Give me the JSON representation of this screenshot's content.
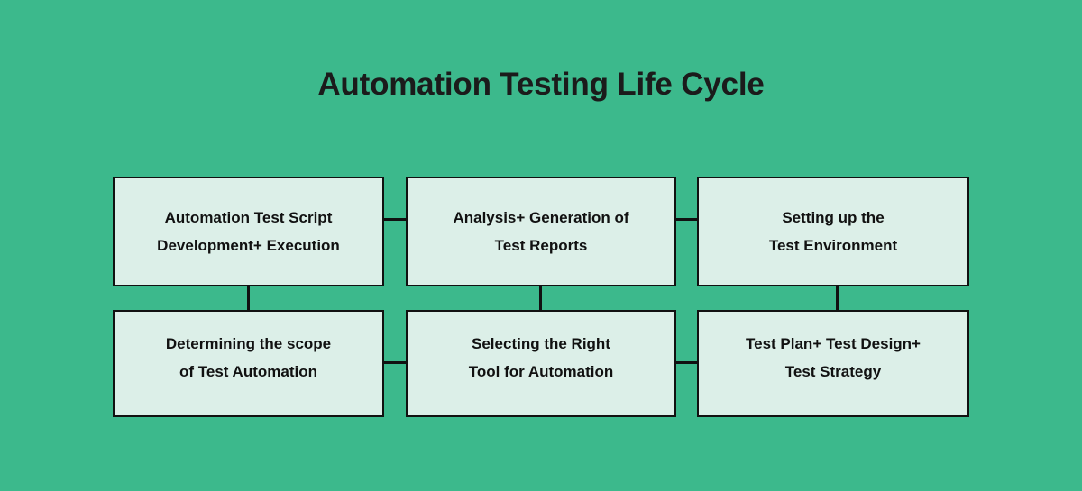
{
  "diagram": {
    "title": "Automation Testing Life Cycle",
    "background_color": "#3cb98c",
    "box_fill_color": "#dcefe8",
    "box_border_color": "#111111",
    "text_color": "#111111",
    "type": "flowchart",
    "layout": "2 rows x 3 columns serpentine",
    "steps": [
      {
        "id": "step-1",
        "position": "bottom-left",
        "line1": "Determining the scope",
        "line2": "of Test Automation"
      },
      {
        "id": "step-2",
        "position": "bottom-middle",
        "line1": "Selecting the Right",
        "line2": "Tool for Automation"
      },
      {
        "id": "step-3",
        "position": "bottom-right",
        "line1": "Test Plan+ Test Design+",
        "line2": "Test Strategy"
      },
      {
        "id": "step-4",
        "position": "top-right",
        "line1": "Setting up the",
        "line2": "Test Environment"
      },
      {
        "id": "step-5",
        "position": "top-middle",
        "line1": "Analysis+ Generation of",
        "line2": "Test Reports"
      },
      {
        "id": "step-6",
        "position": "top-left",
        "line1": "Automation Test Script",
        "line2": "Development+ Execution"
      }
    ],
    "top_row": [
      {
        "line1": "Automation Test Script",
        "line2": "Development+ Execution"
      },
      {
        "line1": "Analysis+ Generation of",
        "line2": "Test Reports"
      },
      {
        "line1": "Setting up the",
        "line2": "Test Environment"
      }
    ],
    "bottom_row": [
      {
        "line1": "Determining the scope",
        "line2": "of Test Automation"
      },
      {
        "line1": "Selecting the Right",
        "line2": "Tool for Automation"
      },
      {
        "line1": "Test Plan+ Test Design+",
        "line2": "Test Strategy"
      }
    ]
  }
}
